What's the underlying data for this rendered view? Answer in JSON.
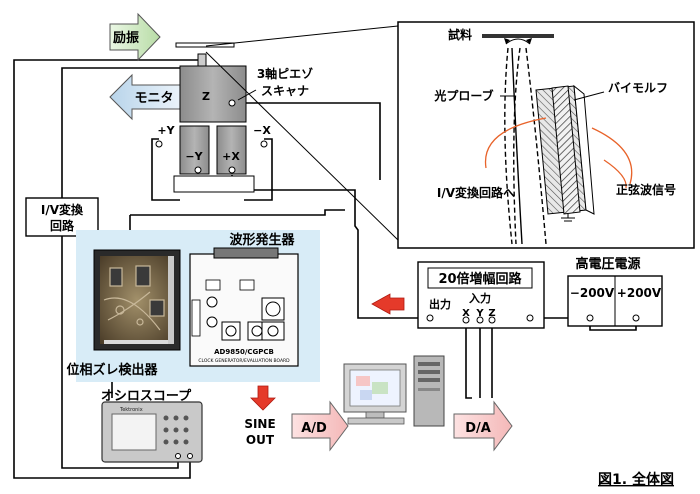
{
  "labels": {
    "excitation": "励振",
    "monitor": "モニタ",
    "scanner_line1": "3軸ピエゾ",
    "scanner_line2": "スキャナ",
    "pz_z": "Z",
    "pz_plus_y": "+Y",
    "pz_minus_x": "−X",
    "pz_minus_y": "−Y",
    "pz_plus_x": "+X",
    "sample": "試料",
    "optical_probe": "光プローブ",
    "bimorph": "バイモルフ",
    "to_iv": "I/V変換回路へ",
    "sine_signal": "正弦波信号",
    "iv_line1": "I/V変換",
    "iv_line2": "回路",
    "wave_gen": "波形発生器",
    "board_name": "AD9850/CGPCB",
    "board_sub": "CLOCK GENERATOR/EVALUATION BOARD",
    "phase_detector": "位相ズレ検出器",
    "oscilloscope": "オシロスコープ",
    "scope_brand": "Tektronix",
    "sine_line1": "SINE",
    "sine_line2": "OUT",
    "amp_title": "20倍増幅回路",
    "amp_output": "出力",
    "amp_input": "入力",
    "amp_x": "X",
    "amp_y": "Y",
    "amp_z": "Z",
    "hv_title": "高電圧電源",
    "hv_neg": "−200V",
    "hv_pos": "+200V",
    "ad": "A/D",
    "da": "D/A",
    "caption": "図1. 全体図"
  }
}
